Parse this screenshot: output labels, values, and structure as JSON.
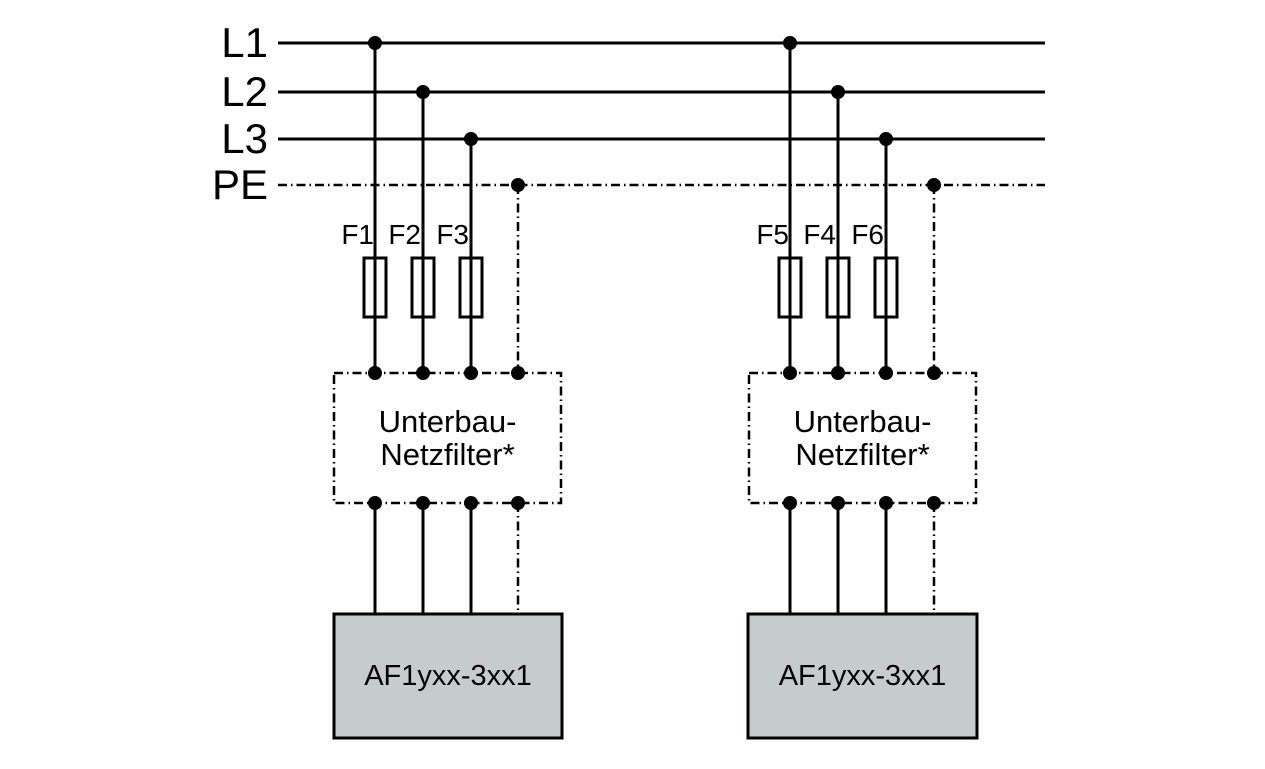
{
  "bus_labels": [
    "L1",
    "L2",
    "L3",
    "PE"
  ],
  "circuits": [
    {
      "fuse_labels": [
        "F1",
        "F2",
        "F3"
      ],
      "filter_name_line1": "Unterbau-",
      "filter_name_line2": "Netzfilter*",
      "device_name": "AF1yxx-3xx1"
    },
    {
      "fuse_labels": [
        "F5",
        "F4",
        "F6"
      ],
      "filter_name_line1": "Unterbau-",
      "filter_name_line2": "Netzfilter*",
      "device_name": "AF1yxx-3xx1"
    }
  ],
  "colors": {
    "line": "#000000",
    "device_fill": "#c5cccb",
    "device_border": "#1a1a1a",
    "background": "#ffffff"
  }
}
